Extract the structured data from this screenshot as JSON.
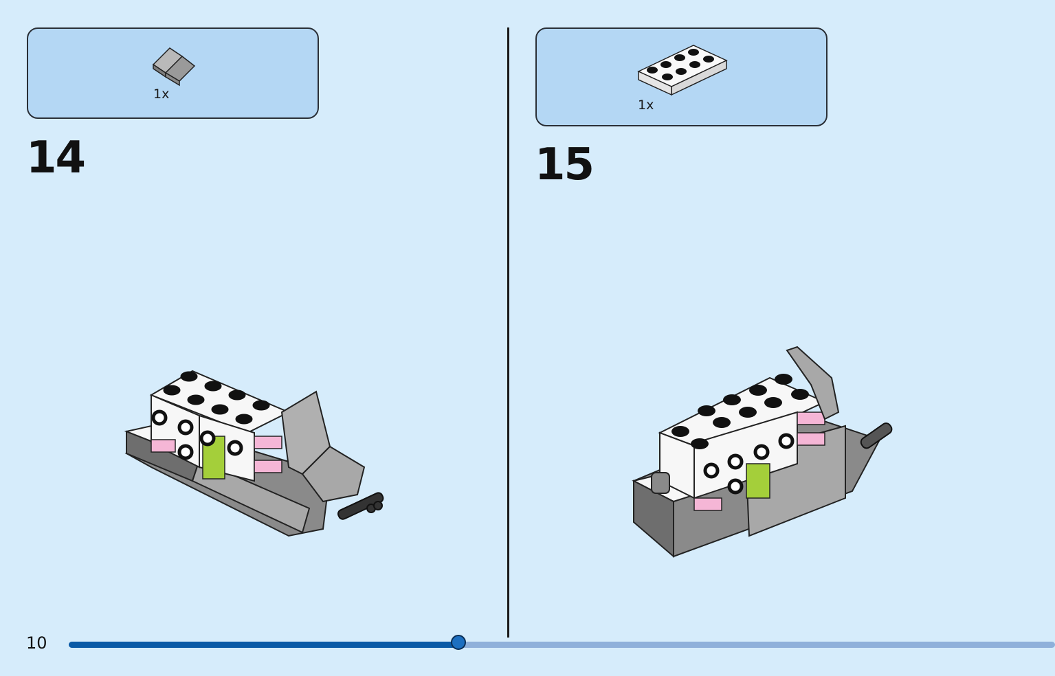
{
  "steps": [
    {
      "number": "14",
      "part_count": "1x",
      "part_icon": "gray-slope-brick-icon"
    },
    {
      "number": "15",
      "part_count": "1x",
      "part_icon": "white-plate-2x4-icon"
    }
  ],
  "page": {
    "number": "10"
  },
  "progress": {
    "fraction": 0.395
  },
  "colors": {
    "background": "#d6ecfb",
    "parts_box": "#b4d7f4",
    "progress_fill": "#0a5aa6",
    "progress_track": "#8fb0da",
    "brick_gray": "#a8a8a8",
    "brick_dark": "#6e6e6e",
    "brick_white": "#f7f7f7",
    "brick_pink": "#f5b6d6",
    "brick_lime": "#a4cf3a"
  }
}
